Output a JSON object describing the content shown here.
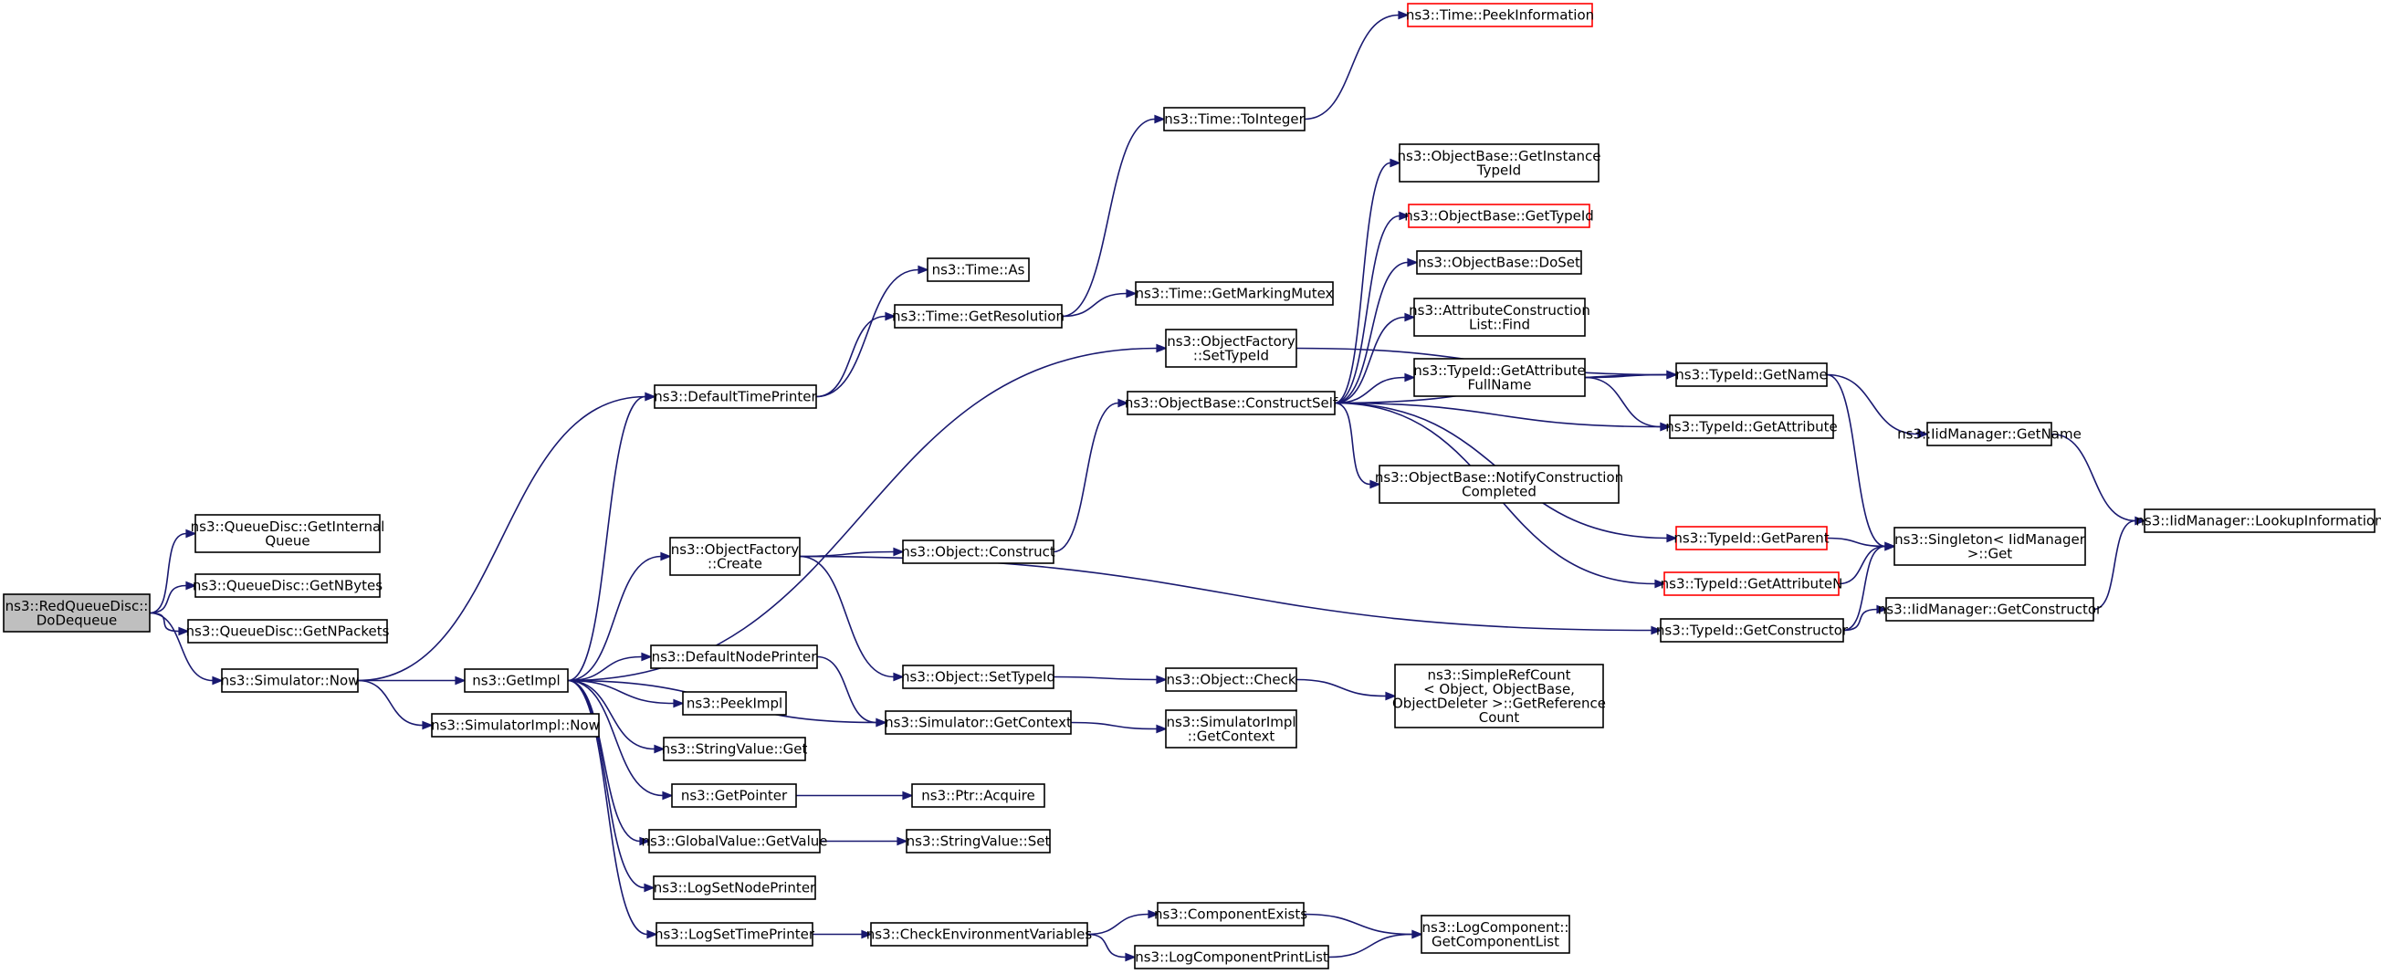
{
  "graph": {
    "colors": {
      "edge": "#191970",
      "node_border": "#000000",
      "truncated_node_border": "#ff0000",
      "root_fill": "#bfbfbf",
      "node_fill": "#ffffff"
    },
    "nodes": [
      {
        "id": "n0",
        "lines": [
          "ns3::RedQueueDisc::",
          "DoDequeue"
        ],
        "root": true
      },
      {
        "id": "n1",
        "lines": [
          "ns3::QueueDisc::GetInternal",
          "Queue"
        ]
      },
      {
        "id": "n2",
        "lines": [
          "ns3::QueueDisc::GetNBytes"
        ]
      },
      {
        "id": "n3",
        "lines": [
          "ns3::QueueDisc::GetNPackets"
        ]
      },
      {
        "id": "n4",
        "lines": [
          "ns3::Simulator::Now"
        ]
      },
      {
        "id": "n5",
        "lines": [
          "ns3::GetImpl"
        ]
      },
      {
        "id": "n6",
        "lines": [
          "ns3::SimulatorImpl::Now"
        ]
      },
      {
        "id": "n7",
        "lines": [
          "ns3::DefaultTimePrinter"
        ]
      },
      {
        "id": "n8",
        "lines": [
          "ns3::ObjectFactory",
          "::Create"
        ]
      },
      {
        "id": "n9",
        "lines": [
          "ns3::DefaultNodePrinter"
        ]
      },
      {
        "id": "n10",
        "lines": [
          "ns3::PeekImpl"
        ]
      },
      {
        "id": "n11",
        "lines": [
          "ns3::StringValue::Get"
        ]
      },
      {
        "id": "n12",
        "lines": [
          "ns3::GetPointer"
        ]
      },
      {
        "id": "n13",
        "lines": [
          "ns3::GlobalValue::GetValue"
        ]
      },
      {
        "id": "n14",
        "lines": [
          "ns3::LogSetNodePrinter"
        ]
      },
      {
        "id": "n15",
        "lines": [
          "ns3::LogSetTimePrinter"
        ]
      },
      {
        "id": "n16",
        "lines": [
          "ns3::Time::As"
        ]
      },
      {
        "id": "n17",
        "lines": [
          "ns3::Time::GetResolution"
        ]
      },
      {
        "id": "n18",
        "lines": [
          "ns3::Object::Construct"
        ]
      },
      {
        "id": "n19",
        "lines": [
          "ns3::Object::SetTypeId"
        ]
      },
      {
        "id": "n20",
        "lines": [
          "ns3::Simulator::GetContext"
        ]
      },
      {
        "id": "n21",
        "lines": [
          "ns3::Ptr::Acquire"
        ]
      },
      {
        "id": "n22",
        "lines": [
          "ns3::StringValue::Set"
        ]
      },
      {
        "id": "n23",
        "lines": [
          "ns3::CheckEnvironmentVariables"
        ]
      },
      {
        "id": "n24",
        "lines": [
          "ns3::Time::ToInteger"
        ]
      },
      {
        "id": "n25",
        "lines": [
          "ns3::Time::GetMarkingMutex"
        ]
      },
      {
        "id": "n26",
        "lines": [
          "ns3::ObjectFactory",
          "::SetTypeId"
        ]
      },
      {
        "id": "n27",
        "lines": [
          "ns3::ObjectBase::ConstructSelf"
        ]
      },
      {
        "id": "n28",
        "lines": [
          "ns3::Object::Check"
        ]
      },
      {
        "id": "n29",
        "lines": [
          "ns3::SimulatorImpl",
          "::GetContext"
        ]
      },
      {
        "id": "n30",
        "lines": [
          "ns3::ComponentExists"
        ]
      },
      {
        "id": "n31",
        "lines": [
          "ns3::LogComponentPrintList"
        ]
      },
      {
        "id": "n32",
        "lines": [
          "ns3::Time::PeekInformation"
        ],
        "truncated": true
      },
      {
        "id": "n33",
        "lines": [
          "ns3::ObjectBase::GetInstance",
          "TypeId"
        ]
      },
      {
        "id": "n34",
        "lines": [
          "ns3::ObjectBase::GetTypeId"
        ],
        "truncated": true
      },
      {
        "id": "n35",
        "lines": [
          "ns3::ObjectBase::DoSet"
        ]
      },
      {
        "id": "n36",
        "lines": [
          "ns3::AttributeConstruction",
          "List::Find"
        ]
      },
      {
        "id": "n37",
        "lines": [
          "ns3::TypeId::GetAttribute",
          "FullName"
        ]
      },
      {
        "id": "n38",
        "lines": [
          "ns3::ObjectBase::NotifyConstruction",
          "Completed"
        ]
      },
      {
        "id": "n39",
        "lines": [
          "ns3::TypeId::GetParent"
        ],
        "truncated": true
      },
      {
        "id": "n40",
        "lines": [
          "ns3::TypeId::GetAttributeN"
        ],
        "truncated": true
      },
      {
        "id": "n41",
        "lines": [
          "ns3::TypeId::GetConstructor"
        ]
      },
      {
        "id": "n42",
        "lines": [
          "ns3::SimpleRefCount",
          "< Object, ObjectBase,",
          "ObjectDeleter >::GetReference",
          "Count"
        ]
      },
      {
        "id": "n43",
        "lines": [
          "ns3::LogComponent::",
          "GetComponentList"
        ]
      },
      {
        "id": "n44",
        "lines": [
          "ns3::TypeId::GetName"
        ]
      },
      {
        "id": "n45",
        "lines": [
          "ns3::TypeId::GetAttribute"
        ]
      },
      {
        "id": "n46",
        "lines": [
          "ns3::Singleton< IidManager",
          "  >::Get"
        ]
      },
      {
        "id": "n47",
        "lines": [
          "ns3::IidManager::GetConstructor"
        ]
      },
      {
        "id": "n48",
        "lines": [
          "ns3::IidManager::GetName"
        ]
      },
      {
        "id": "n49",
        "lines": [
          "ns3::IidManager::LookupInformation"
        ]
      }
    ],
    "edges": [
      [
        "n0",
        "n1"
      ],
      [
        "n0",
        "n2"
      ],
      [
        "n0",
        "n3"
      ],
      [
        "n0",
        "n4"
      ],
      [
        "n4",
        "n5"
      ],
      [
        "n4",
        "n6"
      ],
      [
        "n4",
        "n7"
      ],
      [
        "n5",
        "n7"
      ],
      [
        "n5",
        "n8"
      ],
      [
        "n5",
        "n9"
      ],
      [
        "n5",
        "n10"
      ],
      [
        "n5",
        "n11"
      ],
      [
        "n5",
        "n12"
      ],
      [
        "n5",
        "n13"
      ],
      [
        "n5",
        "n14"
      ],
      [
        "n5",
        "n15"
      ],
      [
        "n5",
        "n20"
      ],
      [
        "n5",
        "n26"
      ],
      [
        "n7",
        "n16"
      ],
      [
        "n7",
        "n17"
      ],
      [
        "n8",
        "n18"
      ],
      [
        "n8",
        "n19"
      ],
      [
        "n8",
        "n41"
      ],
      [
        "n9",
        "n20"
      ],
      [
        "n12",
        "n21"
      ],
      [
        "n13",
        "n22"
      ],
      [
        "n15",
        "n23"
      ],
      [
        "n17",
        "n24"
      ],
      [
        "n17",
        "n25"
      ],
      [
        "n24",
        "n32"
      ],
      [
        "n18",
        "n27"
      ],
      [
        "n19",
        "n28"
      ],
      [
        "n20",
        "n29"
      ],
      [
        "n23",
        "n30"
      ],
      [
        "n23",
        "n31"
      ],
      [
        "n26",
        "n44"
      ],
      [
        "n27",
        "n33"
      ],
      [
        "n27",
        "n34"
      ],
      [
        "n27",
        "n35"
      ],
      [
        "n27",
        "n36"
      ],
      [
        "n27",
        "n37"
      ],
      [
        "n27",
        "n38"
      ],
      [
        "n27",
        "n39"
      ],
      [
        "n27",
        "n40"
      ],
      [
        "n27",
        "n44"
      ],
      [
        "n27",
        "n45"
      ],
      [
        "n28",
        "n42"
      ],
      [
        "n30",
        "n43"
      ],
      [
        "n31",
        "n43"
      ],
      [
        "n37",
        "n44"
      ],
      [
        "n37",
        "n45"
      ],
      [
        "n39",
        "n46"
      ],
      [
        "n40",
        "n46"
      ],
      [
        "n41",
        "n46"
      ],
      [
        "n41",
        "n47"
      ],
      [
        "n44",
        "n46"
      ],
      [
        "n44",
        "n48"
      ],
      [
        "n47",
        "n49"
      ],
      [
        "n48",
        "n49"
      ]
    ]
  }
}
